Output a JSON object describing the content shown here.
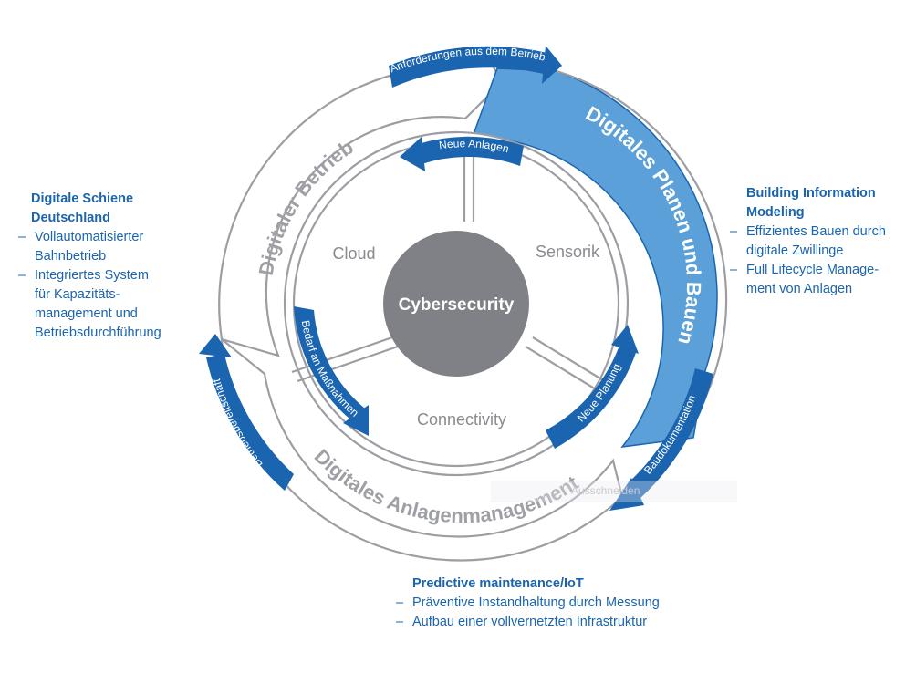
{
  "core": {
    "label": "Cybersecurity"
  },
  "sectors": {
    "cloud": "Cloud",
    "sensorik": "Sensorik",
    "connectivity": "Connectivity"
  },
  "rings": {
    "betrieb": "Digitaler Betrieb",
    "planen": "Digitales Planen und Bauen",
    "anlagen": "Digitales Anlagenmanagement"
  },
  "arrows": {
    "anforderungen": "Anforderungen aus dem Betrieb",
    "neue_anlagen": "Neue Anlagen",
    "bedarf": "Bedarf an Maßnahmen",
    "neue_planung": "Neue Planung",
    "baudokumentation": "Baudokumentation",
    "betriebsbereitschaft": "Betriebsbereitschaft"
  },
  "left_block": {
    "title_line1": "Digitale Schiene",
    "title_line2": "Deutschland",
    "items": [
      {
        "line1": "Vollautomatisierter",
        "line2": "Bahnbetrieb"
      },
      {
        "line1": "Integriertes System",
        "line2": "für Kapazitäts-",
        "line3": "management und",
        "line4": "Betriebsdurchführung"
      }
    ]
  },
  "right_block": {
    "title_line1": "Building Information",
    "title_line2": "Modeling",
    "items": [
      {
        "line1": "Effizientes Bauen durch",
        "line2": "digitale Zwillinge"
      },
      {
        "line1": "Full Lifecycle Manage-",
        "line2": "ment von Anlagen"
      }
    ]
  },
  "bottom_block": {
    "title": "Predictive maintenance/IoT",
    "items": [
      "Präventive Instandhaltung durch Messung",
      "Aufbau einer vollvernetzten  Infrastruktur"
    ]
  },
  "watermark": "Ausschneiden",
  "dash": "–",
  "colors": {
    "blue_dark": "#1a64b0",
    "blue_light": "#5ca0d9",
    "gray_core": "#808186",
    "gray_line": "#9d9ea3",
    "gray_text": "#9fa0a5"
  }
}
